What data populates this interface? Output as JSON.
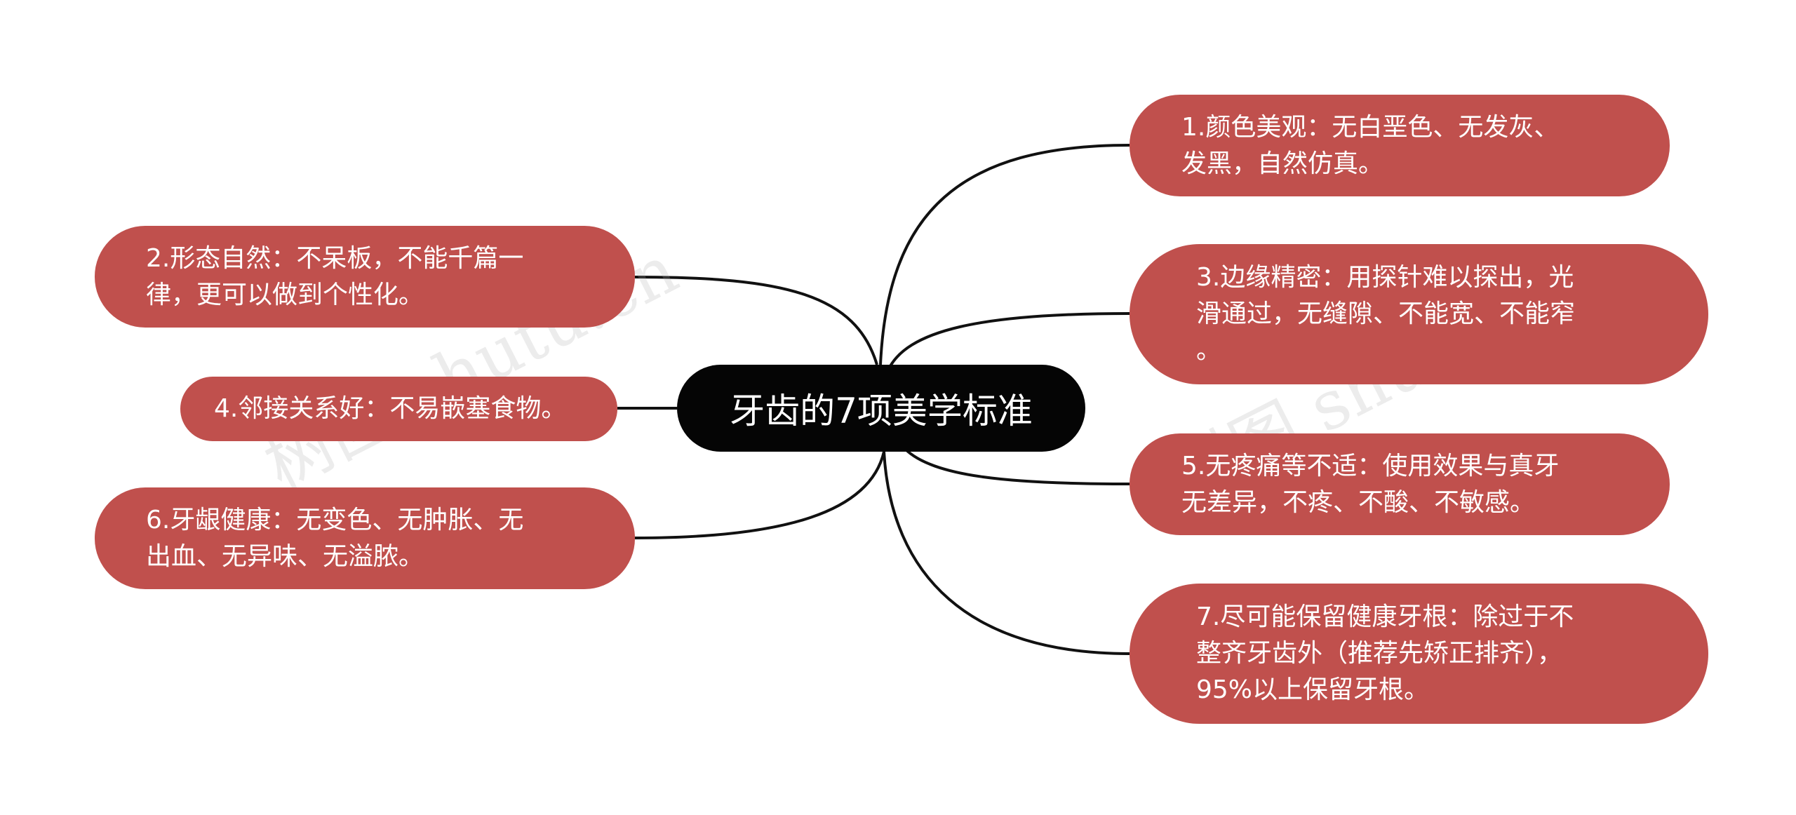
{
  "center": {
    "title": "牙齿的7项美学标准"
  },
  "branches": [
    {
      "id": "n1",
      "text": "1.颜色美观：无白垩色、无发灰、\n发黑，自然仿真。"
    },
    {
      "id": "n2",
      "text": "2.形态自然：不呆板，不能千篇一\n律，更可以做到个性化。"
    },
    {
      "id": "n3",
      "text": "3.边缘精密：用探针难以探出，光\n滑通过，无缝隙、不能宽、不能窄\n。"
    },
    {
      "id": "n4",
      "text": "4.邻接关系好：不易嵌塞食物。"
    },
    {
      "id": "n5",
      "text": "5.无疼痛等不适：使用效果与真牙\n无差异，不疼、不酸、不敏感。"
    },
    {
      "id": "n6",
      "text": "6.牙龈健康：无变色、无肿胀、无\n出血、无异味、无溢脓。"
    },
    {
      "id": "n7",
      "text": "7.尽可能保留健康牙根：除过于不\n整齐牙齿外（推荐先矫正排齐），\n95%以上保留牙根。"
    }
  ],
  "watermarks": [
    "树图 shutu.cn",
    "树图 shutu.cn"
  ],
  "colors": {
    "node_fill": "#c0504d",
    "center_fill": "#050505",
    "line": "#111111"
  }
}
